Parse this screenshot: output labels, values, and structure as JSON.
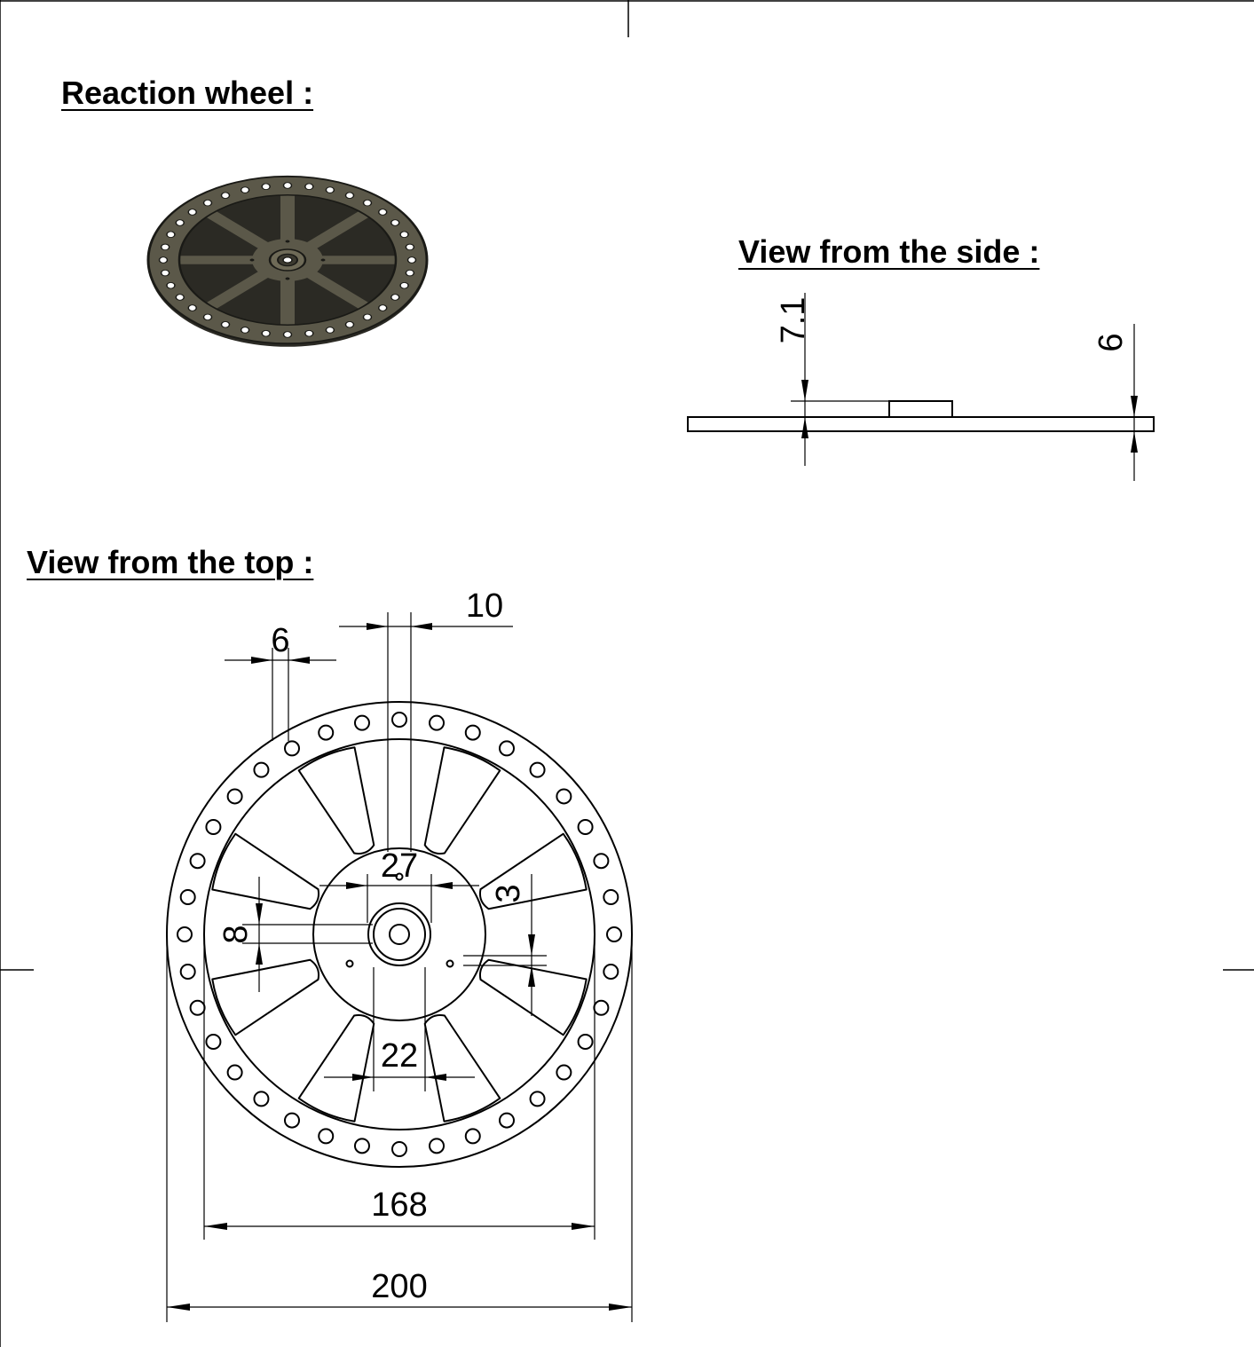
{
  "headings": {
    "reaction_wheel": "Reaction wheel :",
    "side_view": "View from the side :",
    "top_view": "View from the top :"
  },
  "side_view": {
    "dim_hub_height": "7.1",
    "dim_plate_thickness": "6"
  },
  "top_view": {
    "dim_hole_diameter": "6",
    "dim_spoke_width": "10",
    "dim_hub_hole_spacing": "27",
    "dim_small_hole": "3",
    "dim_window_height": "8",
    "dim_window_bottom_width": "22",
    "dim_inner_diameter": "168",
    "dim_outer_diameter": "200"
  },
  "colors": {
    "line": "#000000",
    "render_metal": "#5b5849",
    "render_dark": "#2b2a24",
    "render_hole": "#ffffff"
  }
}
